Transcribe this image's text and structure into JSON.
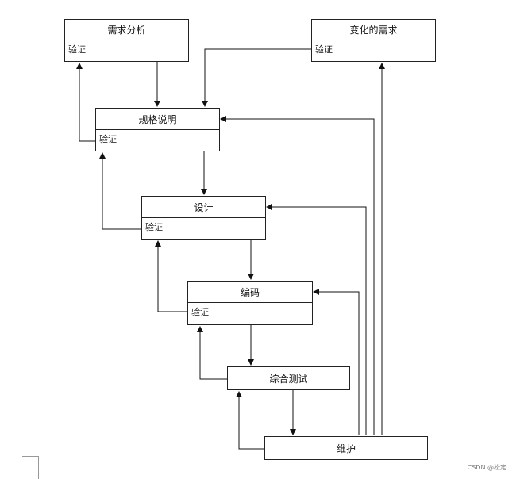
{
  "nodes": {
    "req_analysis": {
      "title": "需求分析",
      "sub": "验证"
    },
    "changed_req": {
      "title": "变化的需求",
      "sub": "验证"
    },
    "spec": {
      "title": "规格说明",
      "sub": "验证"
    },
    "design": {
      "title": "设计",
      "sub": "验证"
    },
    "coding": {
      "title": "编码",
      "sub": "验证"
    },
    "integration_test": {
      "title": "综合测试"
    },
    "maintenance": {
      "title": "维护"
    }
  },
  "watermark": "CSDN @松定"
}
